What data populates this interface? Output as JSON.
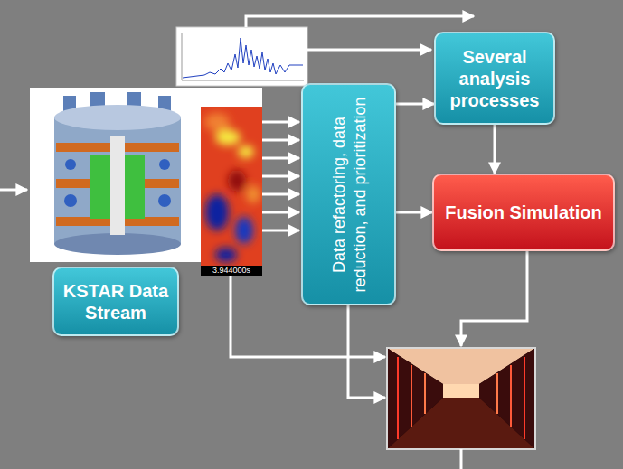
{
  "diagram": {
    "nodes": [
      {
        "text": [
          "KSTAR Data Stream"
        ]
      },
      {
        "text": [
          "Data refactoring, data reduction, and prioritization"
        ]
      },
      {
        "text": [
          "Several analysis processes"
        ]
      },
      {
        "text": [
          "Fusion Simulation"
        ]
      }
    ],
    "edges": [
      {
        "from": 1,
        "to": 2,
        "arrow": "to"
      },
      {
        "from": 1,
        "to": 3,
        "arrow": "to"
      },
      {
        "from": 2,
        "to": 3,
        "arrow": "to"
      }
    ],
    "labels": [
      "3.944000s"
    ]
  }
}
